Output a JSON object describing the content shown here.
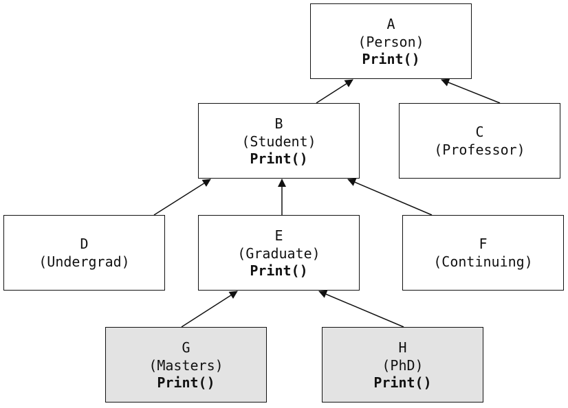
{
  "nodes": {
    "a": {
      "letter": "A",
      "class": "(Person)",
      "method": "Print()"
    },
    "b": {
      "letter": "B",
      "class": "(Student)",
      "method": "Print()"
    },
    "c": {
      "letter": "C",
      "class": "(Professor)",
      "method": ""
    },
    "d": {
      "letter": "D",
      "class": "(Undergrad)",
      "method": ""
    },
    "e": {
      "letter": "E",
      "class": "(Graduate)",
      "method": "Print()"
    },
    "f": {
      "letter": "F",
      "class": "(Continuing)",
      "method": ""
    },
    "g": {
      "letter": "G",
      "class": "(Masters)",
      "method": "Print()"
    },
    "h": {
      "letter": "H",
      "class": "(PhD)",
      "method": "Print()"
    }
  },
  "edges": [
    {
      "from": "B",
      "to": "A"
    },
    {
      "from": "C",
      "to": "A"
    },
    {
      "from": "D",
      "to": "B"
    },
    {
      "from": "E",
      "to": "B"
    },
    {
      "from": "F",
      "to": "B"
    },
    {
      "from": "G",
      "to": "E"
    },
    {
      "from": "H",
      "to": "E"
    }
  ],
  "colors": {
    "line": "#111111",
    "box_fill": "#ffffff",
    "shaded_fill": "#e3e3e3"
  }
}
